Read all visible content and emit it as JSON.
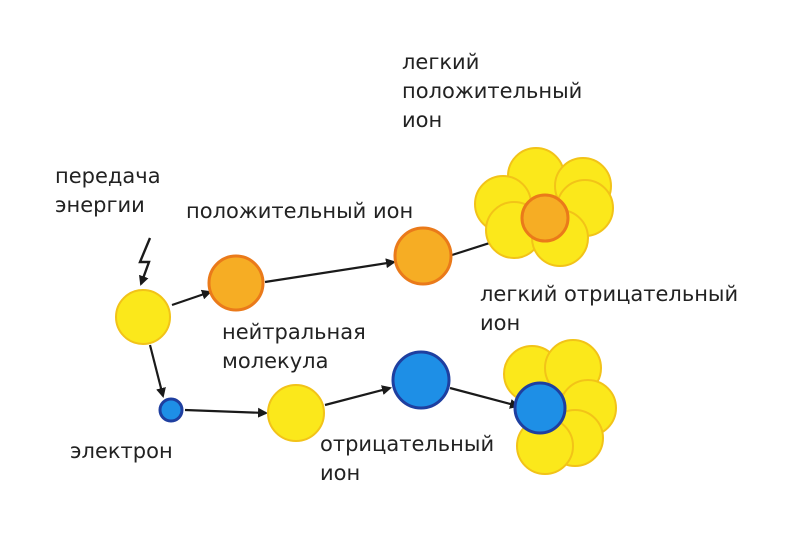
{
  "labels": {
    "energy_transfer": [
      "передача",
      "энергии"
    ],
    "positive_ion": "положительный ион",
    "light_positive_ion": [
      "легкий",
      "положительный",
      "ион"
    ],
    "neutral_molecule": [
      "нейтральная",
      "молекула"
    ],
    "light_negative_ion": [
      "легкий отрицательный",
      "ион"
    ],
    "electron": "электрон",
    "negative_ion": [
      "отрицательный",
      "ион"
    ]
  },
  "colors": {
    "neutral_fill": "#fbe81b",
    "neutral_stroke": "#f2c318",
    "positive_fill": "#f6ad24",
    "positive_stroke": "#ea7a1a",
    "negative_fill": "#1e8fe6",
    "negative_stroke": "#1e3fa0",
    "arrow": "#1a1a1a"
  }
}
